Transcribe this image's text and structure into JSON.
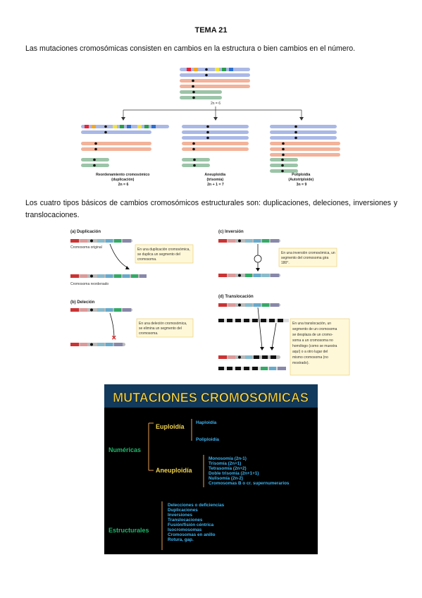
{
  "doc": {
    "title": "TEMA 21",
    "intro": "Las mutaciones cromosómicas consisten en cambios en la estructura o bien cambios en el número.",
    "types_paragraph": "Los cuatro tipos básicos de cambios cromosómicos estructurales son: duplicaciones, deleciones, inversiones y translocaciones."
  },
  "fig1": {
    "top_label": "2n = 6",
    "left_caption": [
      "Reordenamiento cromosómico",
      "(duplicación)",
      "2n = 6"
    ],
    "mid_caption": [
      "Aneuploidía",
      "(trisomía)",
      "2n + 1 = 7"
    ],
    "right_caption": [
      "Poliploidía",
      "(Autotriploide)",
      "3n = 9"
    ]
  },
  "fig2": {
    "dup_title": "(a) Duplicación",
    "dup_original": "Cromosoma original",
    "dup_reordered": "Cromosoma reordenado",
    "dup_note": [
      "En una duplicación cromosómica,",
      "se duplica un segmento del",
      "cromosoma."
    ],
    "del_title": "(b) Deleción",
    "del_note": [
      "En una deleción cromosómica,",
      "se elimina un segmento del",
      "cromosoma."
    ],
    "inv_title": "(c) Inversión",
    "inv_note": [
      "En una inversión cromosómica, un",
      "segmento del cromosoma gira",
      "180°."
    ],
    "trans_title": "(d) Translocación",
    "trans_note": [
      "En una translocación, un",
      "segmento de un cromosoma",
      "se desplaza de un cromo-",
      "soma a un cromosoma no",
      "homólogo (como se muestra",
      "aquí) o a otro lugar del",
      "mismo cromosoma (no",
      "mostrado)."
    ]
  },
  "fig3": {
    "title": "MUTACIONES CROMOSOMICAS",
    "numericas": "Numéricas",
    "euploidia": "Euploidía",
    "haploidia": "Haploidía",
    "poliploidia": "Poliploidía",
    "aneuploidia": "Aneuploidía",
    "aneu_items": [
      "Monosomía (2n-1)",
      "Trisomía (2n+1)",
      "Tetrasomía (2n+2)",
      "Doble trisomía (2n+1+1)",
      "Nulisomía (2n-2)",
      "Cromosomas B o cr. supernumerarios"
    ],
    "estructurales": "Estructurales",
    "estr_items": [
      "Delecciones o deficiencias",
      "Duplicaciones",
      "Inversiones",
      "Translocaciones",
      "Fusión/fisión céntrica",
      "Isocromosomas",
      "Cromosomas en anillo",
      "Rotura, gap."
    ]
  }
}
